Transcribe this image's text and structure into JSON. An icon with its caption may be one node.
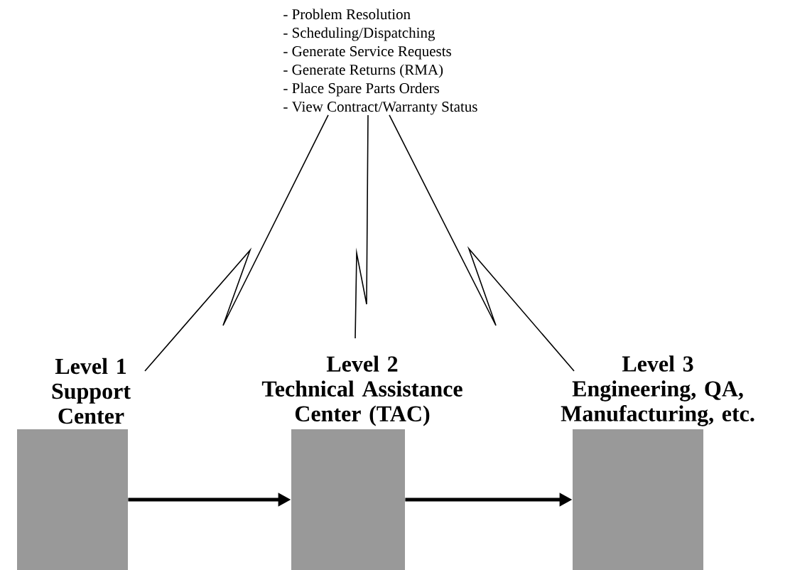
{
  "diagram": {
    "nodes": [
      {
        "text": [
          "- Problem Resolution",
          "- Scheduling/Dispatching",
          "- Generate Service Requests",
          "- Generate Returns (RMA)",
          "- Place Spare Parts Orders",
          "- View Contract/Warranty Status"
        ]
      },
      {
        "text": [
          "Level 1",
          "Support Center"
        ]
      },
      {
        "text": [
          "Level 2",
          "Technical Assistance Center (TAC)"
        ]
      },
      {
        "text": [
          "Level 3",
          "Engineering, QA, Manufacturing, etc."
        ]
      }
    ],
    "edges": [
      {
        "from": 0,
        "to": 1,
        "arrow": "none"
      },
      {
        "from": 0,
        "to": 2,
        "arrow": "none"
      },
      {
        "from": 0,
        "to": 3,
        "arrow": "none"
      },
      {
        "from": 1,
        "to": 2,
        "arrow": "to",
        "style": "thick"
      },
      {
        "from": 2,
        "to": 3,
        "arrow": "to",
        "style": "thick"
      }
    ]
  }
}
